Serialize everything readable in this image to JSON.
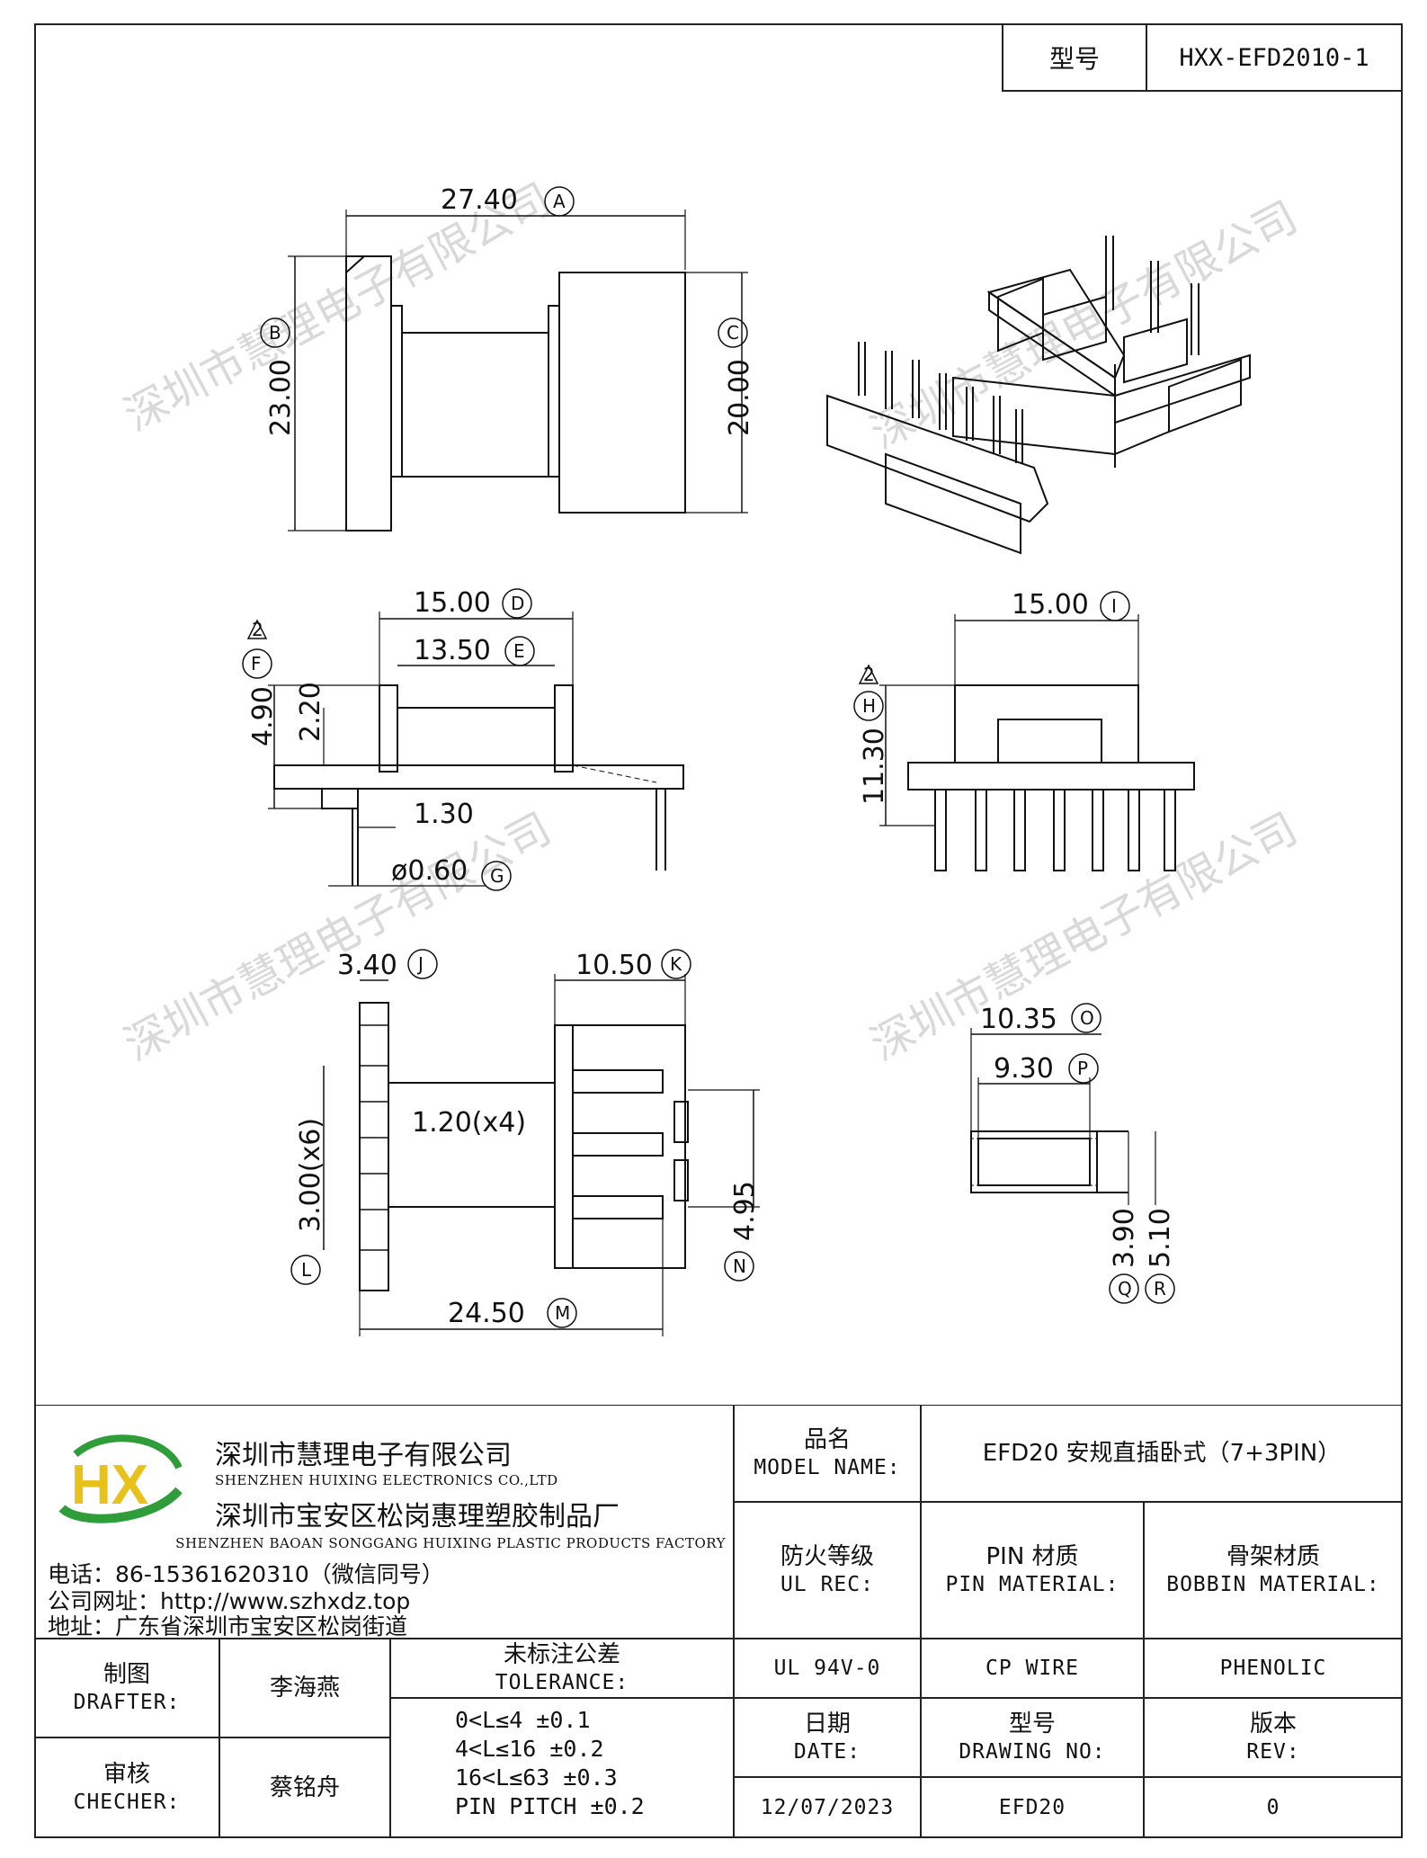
{
  "header": {
    "model_label": "型号",
    "model_value": "HXX-EFD2010-1"
  },
  "watermark": {
    "text": "深圳市慧理电子有限公司"
  },
  "dimensions": {
    "A": "27.40",
    "B": "23.00",
    "C": "20.00",
    "D": "15.00",
    "E": "13.50",
    "F": "4.90",
    "F2": "2.20",
    "pin_len": "1.30",
    "G": "ø0.60",
    "H": "11.30",
    "I": "15.00",
    "J": "3.40",
    "K": "10.50",
    "L": "3.00(x6)",
    "slot": "1.20(x4)",
    "M": "24.50",
    "N": "4.95",
    "O": "10.35",
    "P": "9.30",
    "Q": "3.90",
    "R": "5.10"
  },
  "dimension_letters": {
    "A": "A",
    "B": "B",
    "C": "C",
    "D": "D",
    "E": "E",
    "F": "F",
    "G": "G",
    "H": "H",
    "I": "I",
    "J": "J",
    "K": "K",
    "L": "L",
    "M": "M",
    "N": "N",
    "O": "O",
    "P": "P",
    "Q": "Q",
    "R": "R",
    "rev": "2"
  },
  "company": {
    "name_zh": "深圳市慧理电子有限公司",
    "name_en": "SHENZHEN HUIXING ELECTRONICS CO.,LTD",
    "factory_zh": "深圳市宝安区松岗惠理塑胶制品厂",
    "factory_en": "SHENZHEN BAOAN SONGGANG HUIXING PLASTIC PRODUCTS FACTORY",
    "phone": "电话：86-15361620310（微信同号）",
    "website": "公司网址：http://www.szhxdz.top",
    "address": "地址：广东省深圳市宝安区松岗街道",
    "logo_text": "HX",
    "brand_colors": {
      "green": "#2e9d3a",
      "yellow": "#e8c21a"
    }
  },
  "title_block": {
    "model_name_zh": "品名",
    "model_name_en": "MODEL NAME:",
    "model_name_value": "EFD20 安规直插卧式（7+3PIN）",
    "ul_rec_zh": "防火等级",
    "ul_rec_en": "UL REC:",
    "ul_rec_value": "UL 94V-0",
    "pin_material_zh": "PIN 材质",
    "pin_material_en": "PIN MATERIAL:",
    "pin_material_value": "CP WIRE",
    "bobbin_material_zh": "骨架材质",
    "bobbin_material_en": "BOBBIN MATERIAL:",
    "bobbin_material_value": "PHENOLIC",
    "drafter_zh": "制图",
    "drafter_en": "DRAFTER:",
    "drafter_value": "李海燕",
    "checker_zh": "审核",
    "checker_en": "CHECHER:",
    "checker_value": "蔡铭舟",
    "tolerance_zh": "未标注公差",
    "tolerance_en": "TOLERANCE:",
    "tolerance_lines": [
      "0<L≤4  ±0.1",
      "4<L≤16 ±0.2",
      "16<L≤63 ±0.3",
      "PIN PITCH ±0.2"
    ],
    "date_zh": "日期",
    "date_en": "DATE:",
    "date_value": "12/07/2023",
    "drawing_no_zh": "型号",
    "drawing_no_en": "DRAWING NO:",
    "drawing_no_value": "EFD20",
    "rev_zh": "版本",
    "rev_en": "REV:",
    "rev_value": "0"
  }
}
